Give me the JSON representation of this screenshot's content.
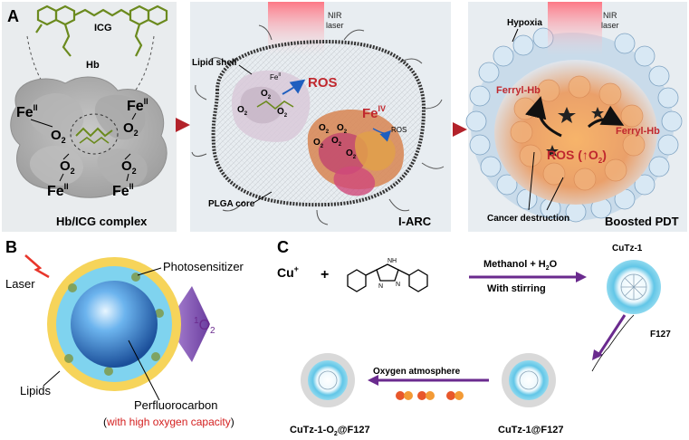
{
  "panels": {
    "a": {
      "letter": "A",
      "icg": "ICG",
      "hb": "Hb",
      "fe2": "Fe",
      "fe2_sup": "II",
      "o2": "O",
      "o2_sub": "2",
      "complex_caption": "Hb/ICG complex",
      "lipid_shell": "Lipid shell",
      "plga_core": "PLGA core",
      "nir": "NIR",
      "laser": "laser",
      "ros": "ROS",
      "fe4": "Fe",
      "fe4_sup": "IV",
      "fe2_small": "Fe",
      "fe2_small_sup": "II",
      "iarc_caption": "I-ARC",
      "hypoxia": "Hypoxia",
      "ferryl_hb": "Ferryl-Hb",
      "ros_o2": "ROS (",
      "ros_o2_arrow": "↑",
      "ros_o2_tail": "O",
      "ros_o2_close": ")",
      "cancer_destruction": "Cancer destruction",
      "boosted_caption": "Boosted PDT"
    },
    "b": {
      "letter": "B",
      "laser": "Laser",
      "photosensitizer": "Photosensitizer",
      "lipids": "Lipids",
      "perfluorocarbon": "Perfluorocarbon",
      "capacity_open": "(",
      "capacity_text": "with high oxygen capacity",
      "capacity_close": ")",
      "singlet_sup": "1",
      "singlet": "O",
      "singlet_sub": "2"
    },
    "c": {
      "letter": "C",
      "cu": "Cu",
      "cu_sup": "+",
      "plus": "+",
      "nh": "NH",
      "n": "N",
      "n2": "N",
      "methanol": "Methanol + H",
      "methanol_sub": "2",
      "methanol_tail": "O",
      "stirring": "With stirring",
      "cutz1": "CuTz-1",
      "f127": "F127",
      "oxygen_atmosphere": "Oxygen atmosphere",
      "cutz1_f127": "CuTz-1@F127",
      "cutz1_o2_f127": "CuTz-1-O",
      "cutz1_o2_sub": "2",
      "cutz1_o2_tail": "@F127"
    }
  },
  "colors": {
    "panel_bg": "#e9ecee",
    "red_arrow": "#b3222a",
    "purple_arrow": "#6a2a8e",
    "ros_red": "#c0282e",
    "ros_blue": "#1f5fbf",
    "capacity_red": "#d42020",
    "lipid_yellow": "#f2c431",
    "core_blue": "#2f74c9",
    "cyan_shell": "#7fd3ef",
    "icg_green": "#6b8a1e",
    "oxygen_particle": "#e8572b"
  }
}
